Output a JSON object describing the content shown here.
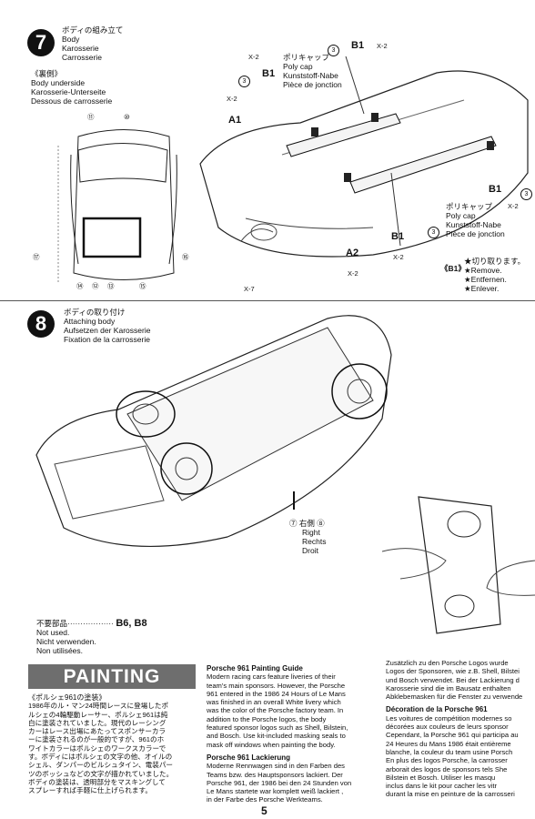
{
  "step7": {
    "number": "7",
    "title_jp": "ボディの組み立て",
    "title_en": "Body",
    "title_de": "Karosserie",
    "title_fr": "Carrosserie",
    "underside_jp": "《裏側》",
    "underside_en": "Body underside",
    "underside_de": "Karosserie-Unterseite",
    "underside_fr": "Dessous de carrosserie",
    "polycap_jp": "ポリキャップ",
    "polycap_en": "Poly cap",
    "polycap_de": "Kunststoff-Nabe",
    "polycap_fr": "Pièce de jonction",
    "parts": {
      "x2": "X-2",
      "x7": "X-7",
      "b1": "B1",
      "a1": "A1",
      "a2": "A2",
      "c3": "3"
    },
    "underside_callouts": [
      "⑪",
      "⑩",
      "⑰",
      "⑯",
      "⑭",
      "⑫",
      "⑬",
      "⑮"
    ],
    "b1_note_label": "《B1》",
    "b1_note_jp": "★切り取ります。",
    "b1_note_en": "★Remove.",
    "b1_note_de": "★Entfernen.",
    "b1_note_fr": "★Enlever."
  },
  "step8": {
    "number": "8",
    "title_jp": "ボディの取り付け",
    "title_en": "Attaching body",
    "title_de": "Aufsetzen der Karosserie",
    "title_fr": "Fixation de la carrosserie",
    "side_prefix": "⑦",
    "side_jp": "右側",
    "side_suffix": "⑧",
    "side_en": "Right",
    "side_de": "Rechts",
    "side_fr": "Droit",
    "unused_jp": "不要部品",
    "unused_dots": "··················",
    "unused_parts": "B6, B8",
    "unused_en": "Not used.",
    "unused_de": "Nicht verwenden.",
    "unused_fr": "Non utilisées."
  },
  "painting": {
    "banner": "PAINTING",
    "jp_heading": "《ポルシェ961の塗装》",
    "jp_lines": [
      "1986年のル・マン24時間レースに登場したポ",
      "ルシェの4輪駆動レーサー、ポルシェ961は純",
      "白に塗装されていました。現代のレーシング",
      "カーはレース出場にあたってスポンサーカラ",
      "ーに塗装されるのが一般的ですが、961のホ",
      "ワイトカラーはポルシェのワークスカラーで",
      "す。ボディにはポルシェの文字の他、オイルの",
      "シェル、ダンパーのビルシュタイン、電装パー",
      "ツのボッシュなどの文字が描かれていました。",
      "ボディの塗装は、透明部分をマスキングして",
      "スプレーすれば手軽に仕上げられます。"
    ],
    "en_heading": "Porsche 961 Painting Guide",
    "en_lines": [
      "Modern racing cars feature liveries of their",
      "team's main sponsors. However, the Porsche",
      "961 entered in the 1986 24 Hours of Le Mans",
      "was finished in an overall White livery which",
      "was the color of the Porsche factory team. In",
      "addition to the Porsche logos, the body",
      "featured sponsor logos such as Shell, Bilstein,",
      "and Bosch. Use kit-included masking seals to",
      "mask off windows when painting the body."
    ],
    "de_heading": "Porsche 961 Lackierung",
    "de_lines": [
      "Moderne Rennwagen sind in den Farben des",
      "Teams bzw. des Hauptsponsors lackiert. Der",
      "Porsche 961, der 1986 bei den 24 Stunden von",
      "Le Mans startete war komplett weiß lackiert ,",
      "in der Farbe des Porsche Werkteams."
    ],
    "de_cont_lines": [
      "Zusätzlich zu den Porsche Logos wurde",
      "Logos der Sponsoren, wie z.B. Shell, Bilstei",
      "und Bosch verwendet. Bei der Lackierung d",
      "Karosserie sind die im Bausatz enthalten",
      "Abklebemasken für die Fenster zu verwende"
    ],
    "fr_heading": "Décoration de la Porsche 961",
    "fr_lines": [
      "Les voitures de compétition modernes so",
      "décorées aux couleurs de leurs sponsor",
      "Cependant, la Porsche 961 qui participa au",
      "24 Heures du Mans 1986 était entièreme",
      "blanche, la couleur du team usine Porsch",
      "En plus des logos Porsche, la carrosser",
      "arborait des logos de sponsors tels She",
      "Bilstein et Bosch. Utiliser les masqu",
      "inclus dans le kit pour cacher les vitr",
      "durant la mise en peinture de la carrosseri"
    ]
  },
  "page_number": "5"
}
